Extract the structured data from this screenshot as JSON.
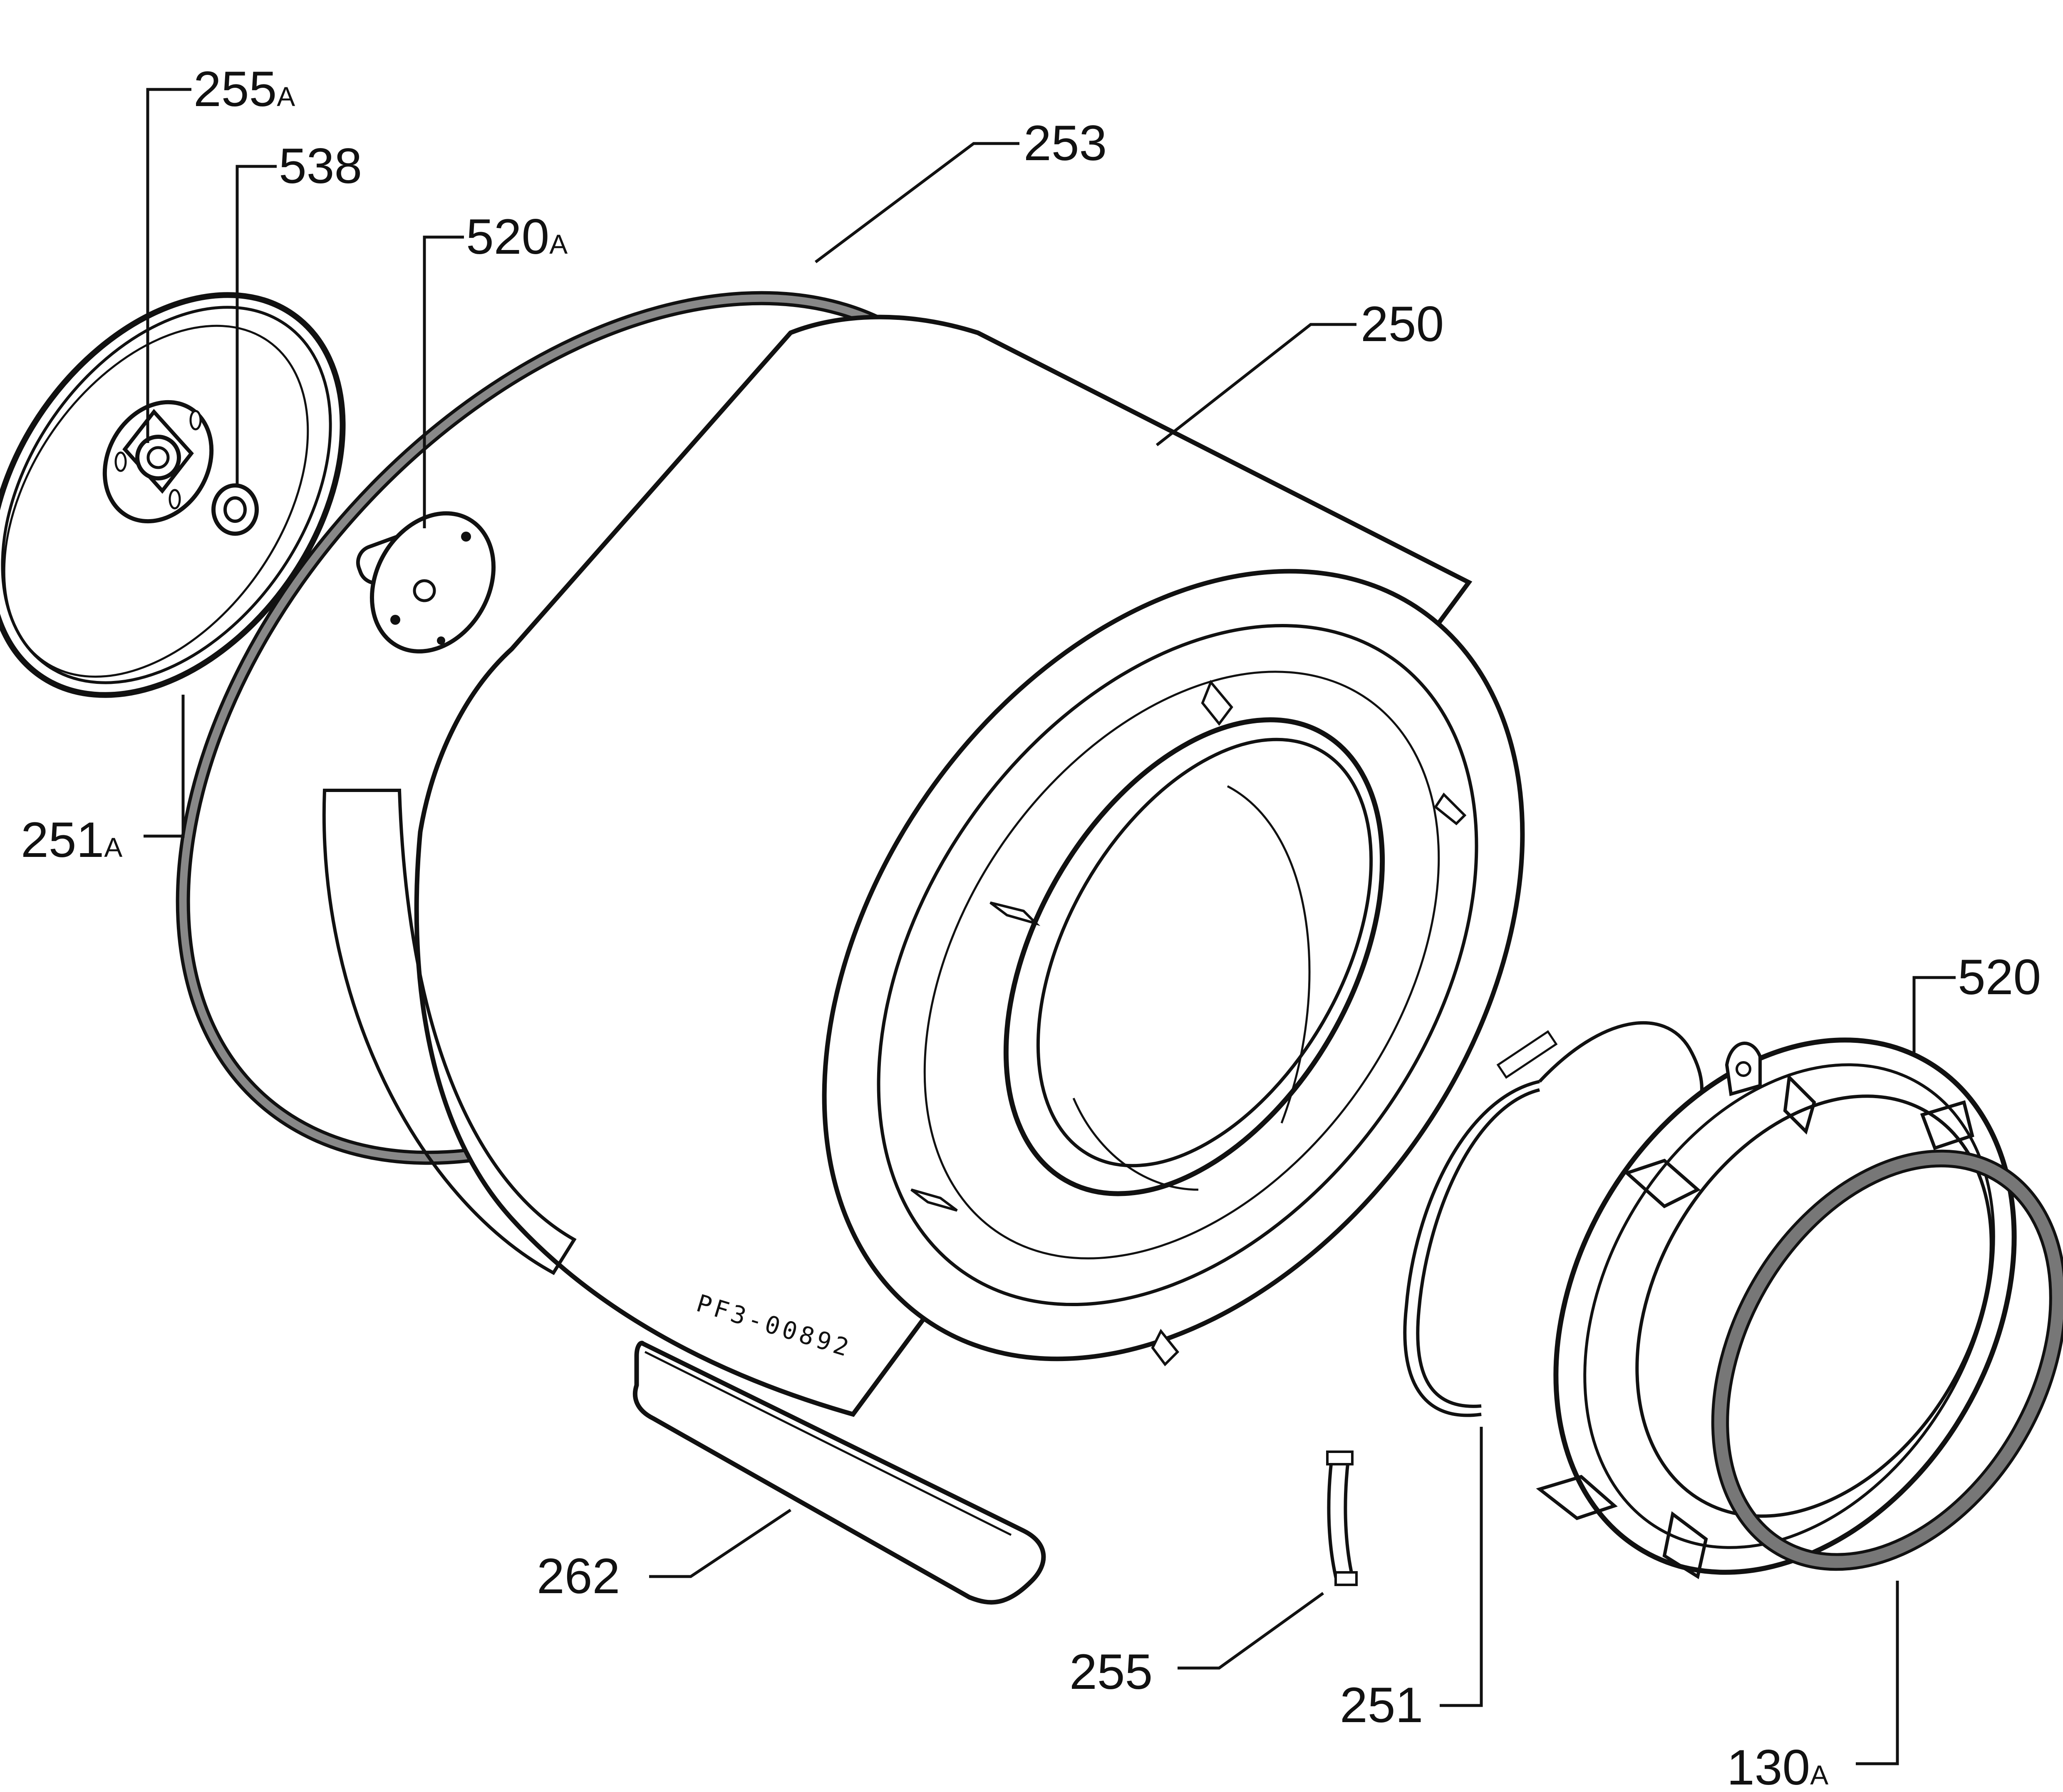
{
  "callouts": {
    "c255a": {
      "num": "255",
      "suffix": "A"
    },
    "c538": {
      "num": "538",
      "suffix": ""
    },
    "c520a": {
      "num": "520",
      "suffix": "A"
    },
    "c253": {
      "num": "253",
      "suffix": ""
    },
    "c250": {
      "num": "250",
      "suffix": ""
    },
    "c251a": {
      "num": "251",
      "suffix": "A"
    },
    "c520": {
      "num": "520",
      "suffix": ""
    },
    "c262": {
      "num": "262",
      "suffix": ""
    },
    "c255": {
      "num": "255",
      "suffix": ""
    },
    "c251": {
      "num": "251",
      "suffix": ""
    },
    "c130a": {
      "num": "130",
      "suffix": "A"
    }
  },
  "drawing_code": "PF3-00892"
}
